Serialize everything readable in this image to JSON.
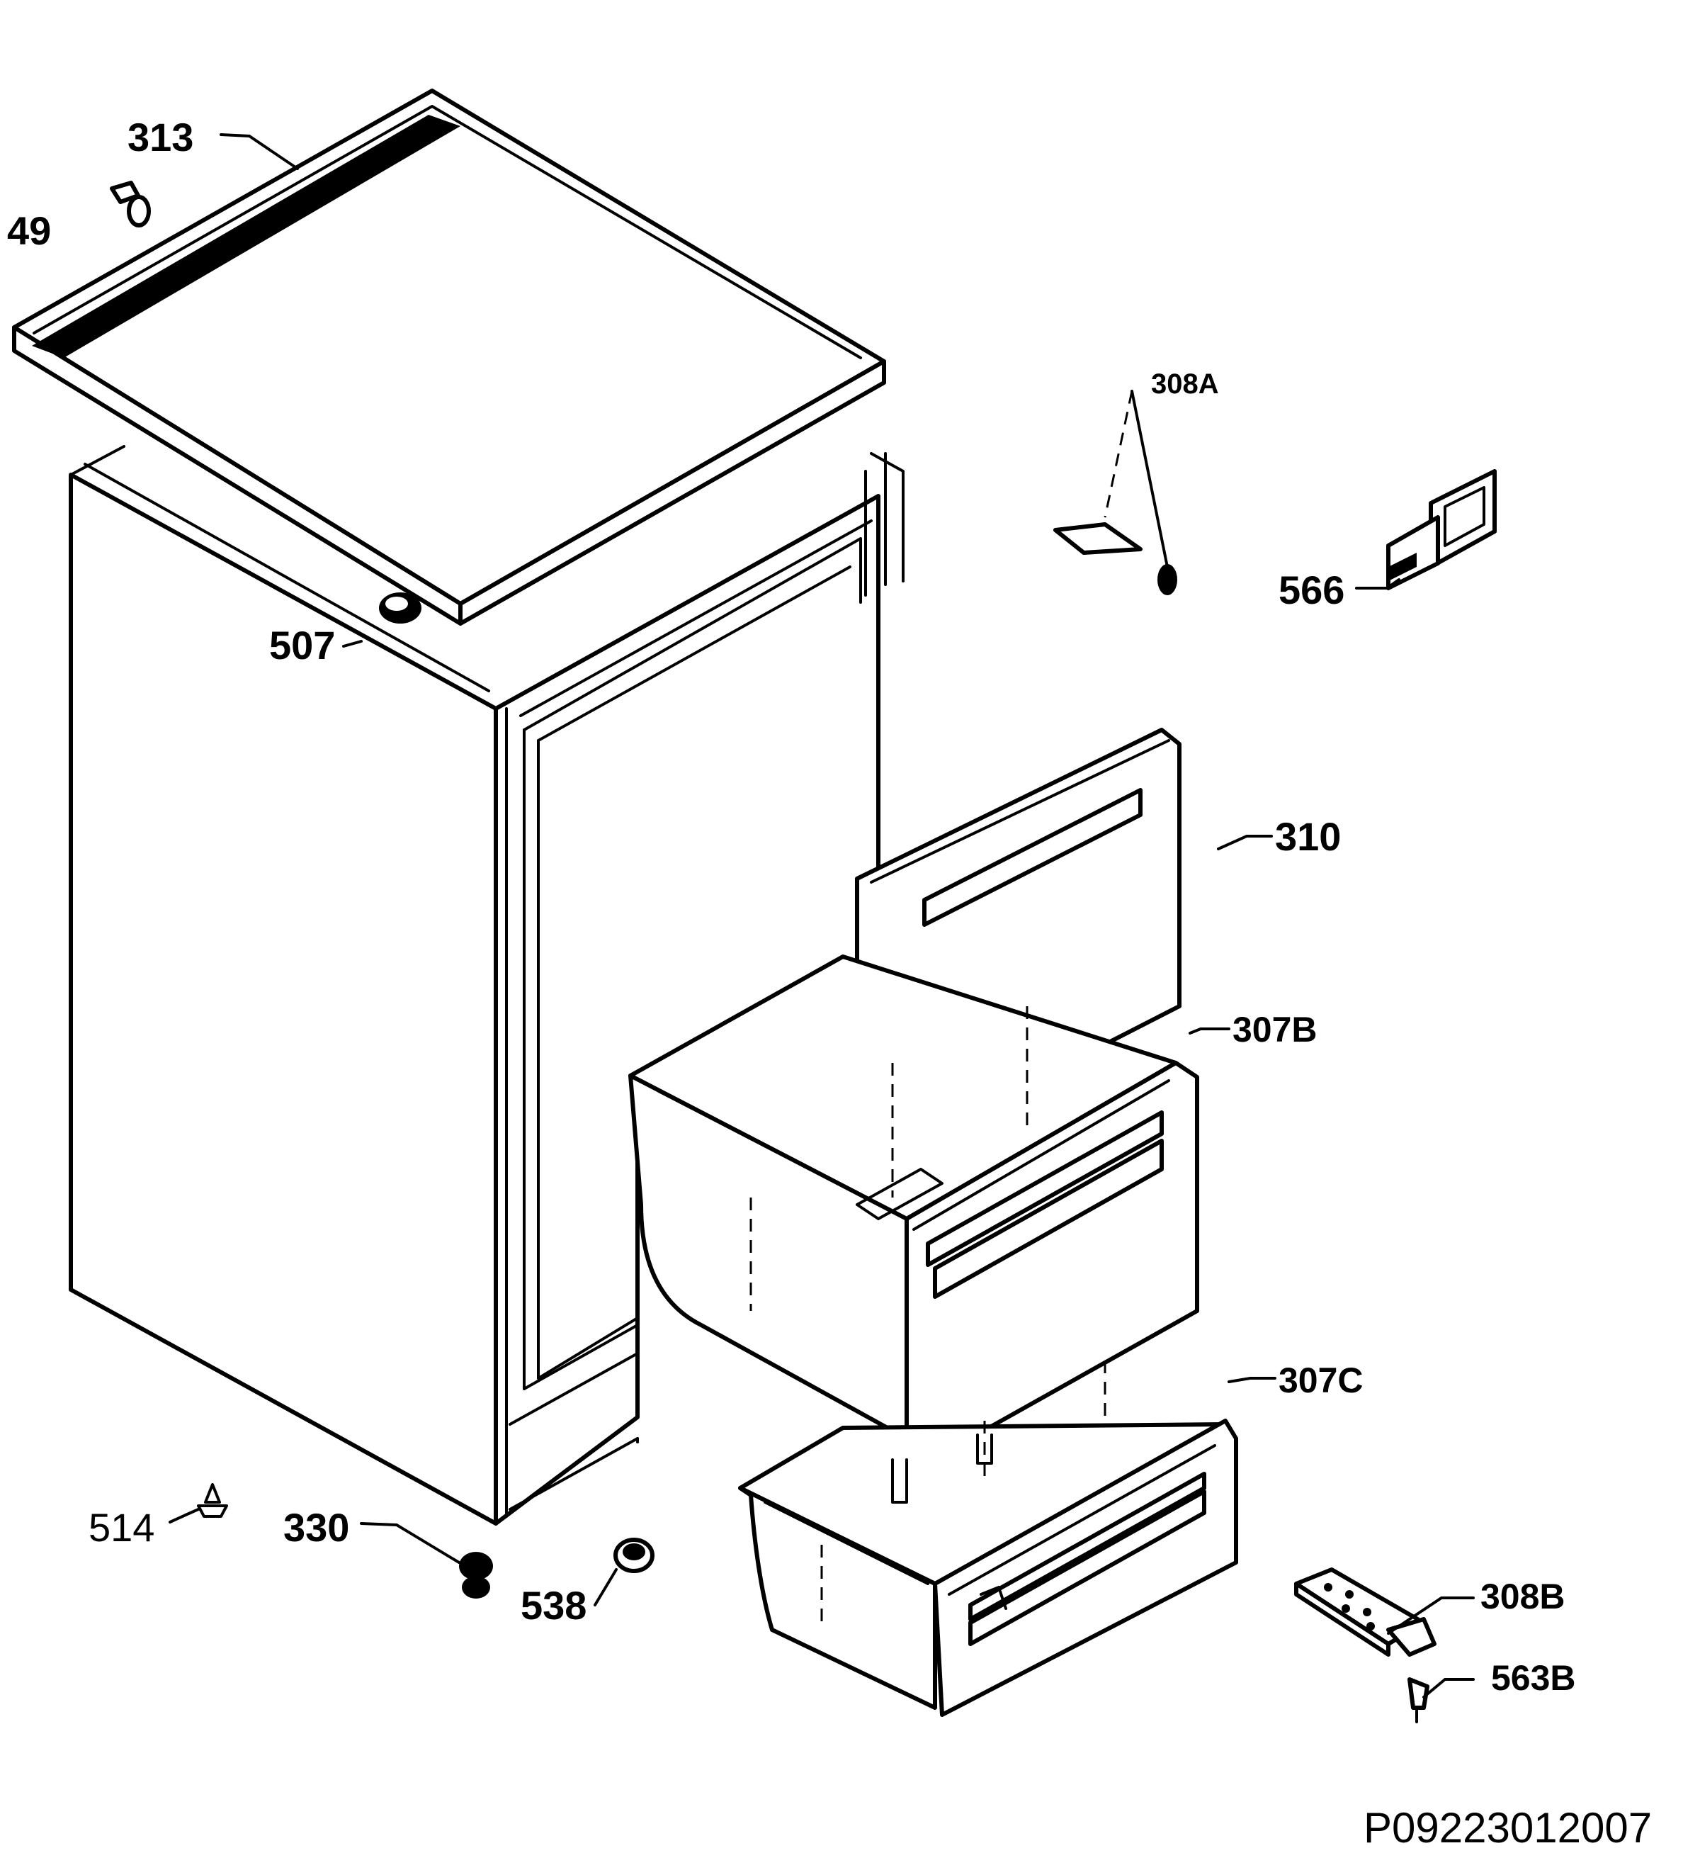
{
  "diagram": {
    "labels": {
      "l313": "313",
      "l49": "49",
      "l507": "507",
      "l308a": "308A",
      "l566": "566",
      "l310": "310",
      "l307b": "307B",
      "l307c": "307C",
      "l514": "514",
      "l330": "330",
      "l538": "538",
      "l308b": "308B",
      "l563b": "563B"
    },
    "reference_code": "P09223012007"
  }
}
